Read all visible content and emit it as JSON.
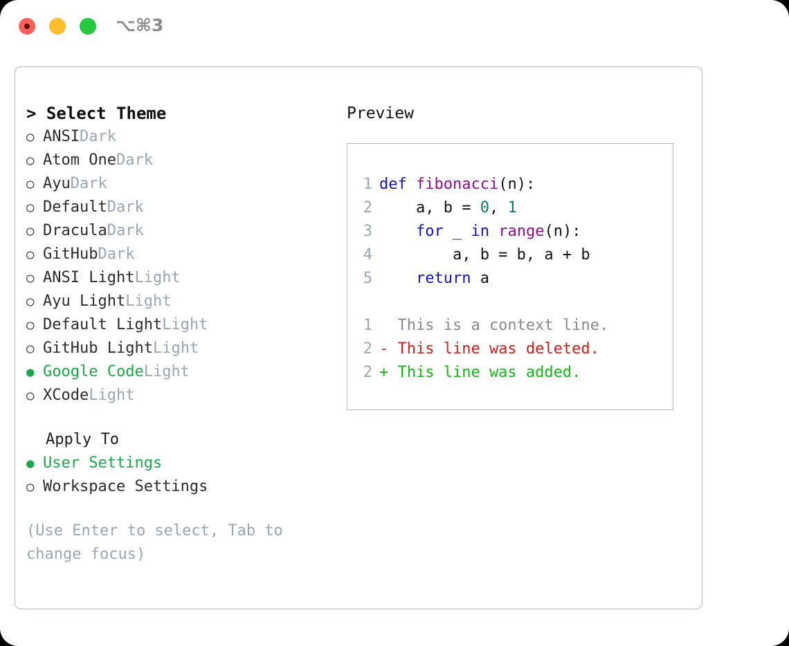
{
  "window": {
    "shortcut": "⌥⌘3",
    "lights": [
      "close",
      "minimize",
      "maximize"
    ]
  },
  "theme_list": {
    "title": "> Select Theme",
    "options": [
      {
        "marker": "○",
        "name": "ANSI",
        "category": "Dark",
        "selected": false
      },
      {
        "marker": "○",
        "name": "Atom One",
        "category": "Dark",
        "selected": false
      },
      {
        "marker": "○",
        "name": "Ayu",
        "category": "Dark",
        "selected": false
      },
      {
        "marker": "○",
        "name": "Default",
        "category": "Dark",
        "selected": false
      },
      {
        "marker": "○",
        "name": "Dracula",
        "category": "Dark",
        "selected": false
      },
      {
        "marker": "○",
        "name": "GitHub",
        "category": "Dark",
        "selected": false
      },
      {
        "marker": "○",
        "name": "ANSI Light",
        "category": "Light",
        "selected": false
      },
      {
        "marker": "○",
        "name": "Ayu Light",
        "category": "Light",
        "selected": false
      },
      {
        "marker": "○",
        "name": "Default Light",
        "category": "Light",
        "selected": false
      },
      {
        "marker": "○",
        "name": "GitHub Light",
        "category": "Light",
        "selected": false
      },
      {
        "marker": "●",
        "name": "Google Code",
        "category": "Light",
        "selected": true
      },
      {
        "marker": "○",
        "name": "XCode",
        "category": "Light",
        "selected": false
      }
    ]
  },
  "apply_to": {
    "title": "Apply To",
    "options": [
      {
        "marker": "●",
        "name": "User Settings",
        "selected": true
      },
      {
        "marker": "○",
        "name": "Workspace Settings",
        "selected": false
      }
    ]
  },
  "hint": "(Use Enter to select, Tab to change focus)",
  "preview": {
    "title": "Preview",
    "code_lines": [
      {
        "number": "1",
        "tokens": [
          {
            "t": "def ",
            "c": "tok-kw"
          },
          {
            "t": "fibonacci",
            "c": "tok-fn"
          },
          {
            "t": "(n):",
            "c": "tok-pl"
          }
        ]
      },
      {
        "number": "2",
        "tokens": [
          {
            "t": "    a, b = ",
            "c": "tok-pl"
          },
          {
            "t": "0",
            "c": "tok-num"
          },
          {
            "t": ", ",
            "c": "tok-pl"
          },
          {
            "t": "1",
            "c": "tok-num"
          }
        ]
      },
      {
        "number": "3",
        "tokens": [
          {
            "t": "    ",
            "c": "tok-pl"
          },
          {
            "t": "for",
            "c": "tok-kw"
          },
          {
            "t": " _ ",
            "c": "tok-pl"
          },
          {
            "t": "in",
            "c": "tok-kw"
          },
          {
            "t": " ",
            "c": "tok-pl"
          },
          {
            "t": "range",
            "c": "tok-fn"
          },
          {
            "t": "(n):",
            "c": "tok-pl"
          }
        ]
      },
      {
        "number": "4",
        "tokens": [
          {
            "t": "        a, b = b, a + b",
            "c": "tok-pl"
          }
        ]
      },
      {
        "number": "5",
        "tokens": [
          {
            "t": "    ",
            "c": "tok-pl"
          },
          {
            "t": "return",
            "c": "tok-kw"
          },
          {
            "t": " a",
            "c": "tok-pl"
          }
        ]
      }
    ],
    "diff_lines": [
      {
        "number": "1",
        "text": "  This is a context line.",
        "kind": "diff-ctx"
      },
      {
        "number": "2",
        "text": "- This line was deleted.",
        "kind": "diff-del"
      },
      {
        "number": "2",
        "text": "+ This line was added.",
        "kind": "diff-add"
      }
    ]
  },
  "colors": {
    "accent_green": "#1aa84a",
    "muted": "#9aa5b5",
    "border": "#adb6c4",
    "keyword": "#1414b8",
    "function": "#8b0f8b",
    "number": "#0b7a6e",
    "diff_deleted": "#c9211e",
    "diff_added": "#16b516",
    "light_red": "#ff6058",
    "light_yellow": "#ffbd2e",
    "light_green": "#27c93f"
  }
}
